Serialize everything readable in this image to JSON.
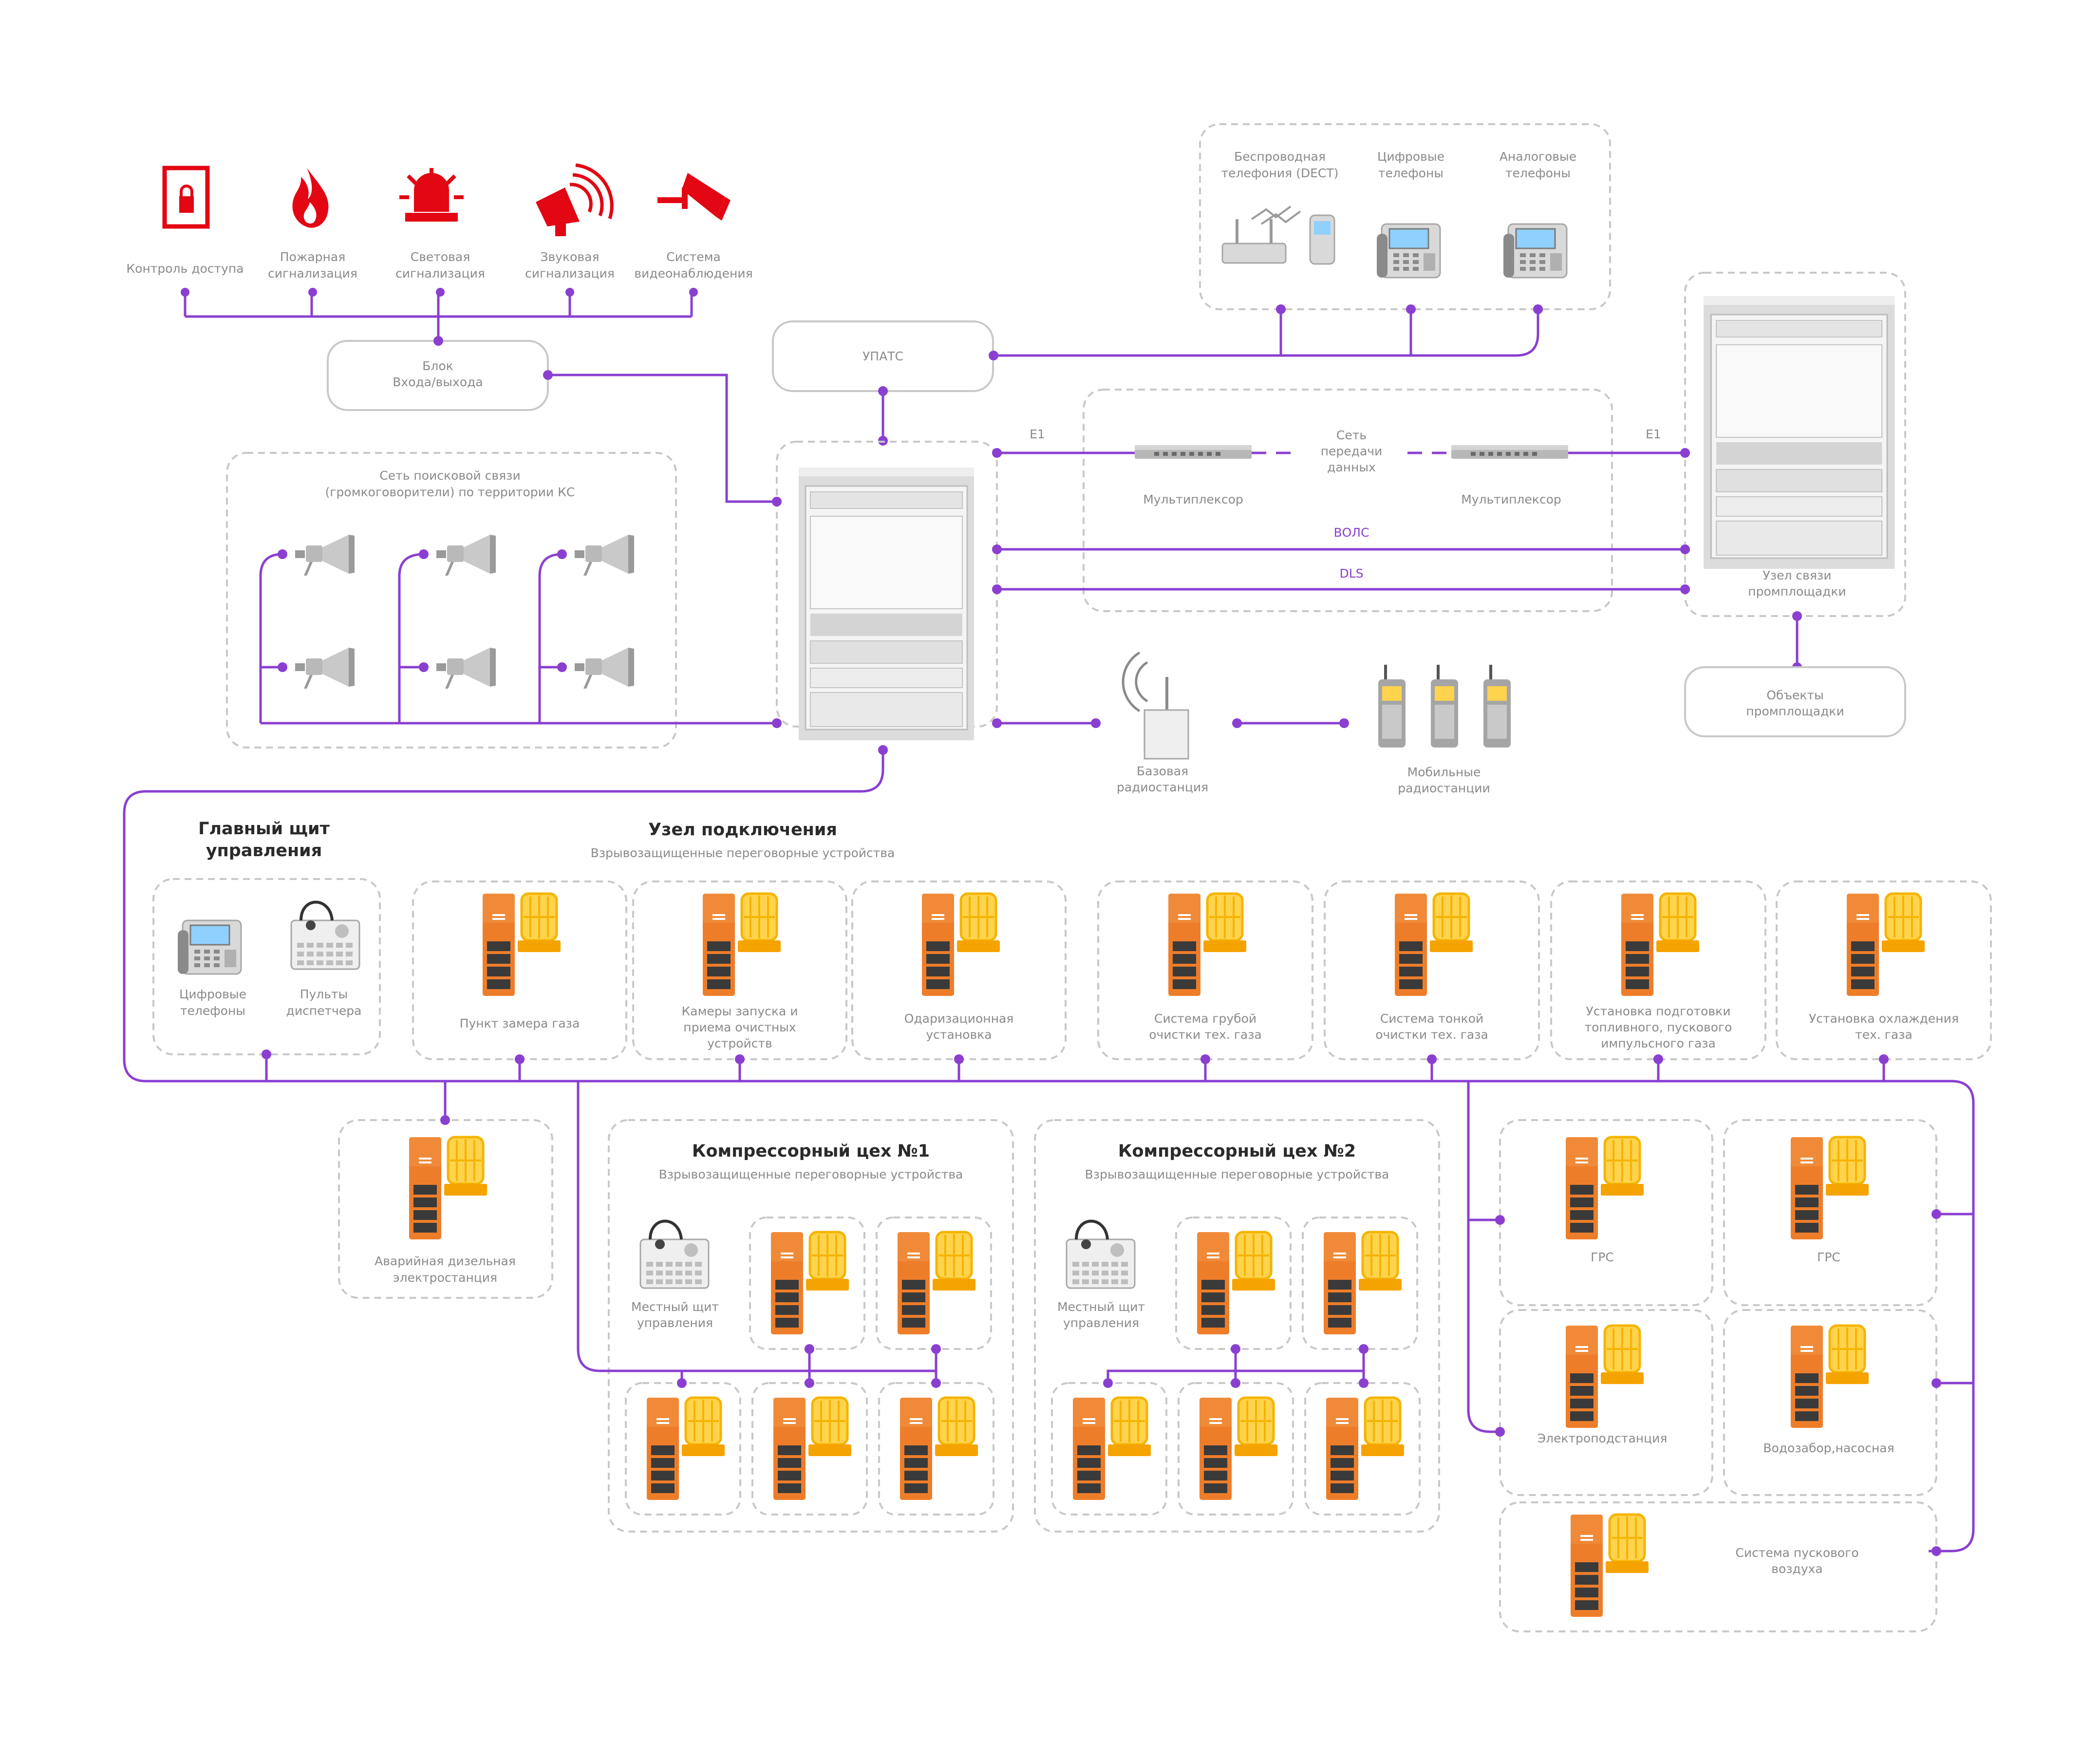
{
  "colors": {
    "line": "#8a3fd1",
    "security": "#e30613",
    "orange": "#ee7d2a",
    "amber": "#f5b400",
    "grey": "#8a8a8a"
  },
  "security": {
    "items": [
      {
        "icon": "door-lock-icon",
        "lines": [
          "Контроль доступа"
        ]
      },
      {
        "icon": "fire-icon",
        "lines": [
          "Пожарная",
          "сигнализация"
        ]
      },
      {
        "icon": "beacon-icon",
        "lines": [
          "Световая",
          "сигнализация"
        ]
      },
      {
        "icon": "loudspeaker-icon",
        "lines": [
          "Звуковая",
          "сигнализация"
        ]
      },
      {
        "icon": "cctv-camera-icon",
        "lines": [
          "Система",
          "видеонаблюдения"
        ]
      }
    ],
    "io_block": [
      "Блок",
      "Входа/выхода"
    ]
  },
  "upats": "УПАТС",
  "phones": {
    "dect": [
      "Беспроводная",
      "телефония (DECT)"
    ],
    "digital": [
      "Цифровые",
      "телефоны"
    ],
    "analog": [
      "Аналоговые",
      "телефоны"
    ]
  },
  "paging": {
    "title": [
      "Сеть поисковой связи",
      "(громкоговорители) по территории КС"
    ]
  },
  "transport": {
    "e1_left": "Е1",
    "e1_right": "Е1",
    "network": [
      "Сеть",
      "передачи",
      "данных"
    ],
    "mux_left": "Мультиплексор",
    "mux_right": "Мультиплексор",
    "vols": "ВОЛС",
    "dls": "DLS"
  },
  "site_node": [
    "Узел связи",
    "промплощадки"
  ],
  "site_objects": [
    "Объекты",
    "промплощадки"
  ],
  "radio": {
    "base": [
      "Базовая",
      "радиостанция"
    ],
    "mobile": [
      "Мобильные",
      "радиостанции"
    ]
  },
  "main_panel": {
    "title": [
      "Главный щит",
      "управления"
    ],
    "phones": [
      "Цифровые",
      "телефоны"
    ],
    "consoles": [
      "Пульты",
      "диспетчера"
    ]
  },
  "connection_node": {
    "title": "Узел подключения",
    "subtitle": "Взрывозащищенные переговорные устройства"
  },
  "devices_top": [
    [
      "Пункт замера газа"
    ],
    [
      "Камеры запуска и",
      "приема очистных",
      "устройств"
    ],
    [
      "Одаризационная",
      "установка"
    ],
    [
      "Система грубой",
      "очистки тех. газа"
    ],
    [
      "Система тонкой",
      "очистки тех. газа"
    ],
    [
      "Установка подготовки",
      "топливного, пускового",
      "импульсного газа"
    ],
    [
      "Установка охлаждения",
      "тех. газа"
    ]
  ],
  "diesel": [
    "Аварийная дизельная",
    "электростанция"
  ],
  "compressor1": {
    "title": "Компрессорный цех №1",
    "subtitle": "Взрывозащищенные переговорные устройства",
    "local": [
      "Местный щит",
      "управления"
    ]
  },
  "compressor2": {
    "title": "Компрессорный цех №2",
    "subtitle": "Взрывозащищенные переговорные устройства",
    "local": [
      "Местный щит",
      "управления"
    ]
  },
  "right_group": {
    "grs1": [
      "ГРС"
    ],
    "grs2": [
      "ГРС"
    ],
    "substation": [
      "Электроподстанция"
    ],
    "water": [
      "Водозабор,насосная"
    ],
    "air": [
      "Система пускового",
      "воздуха"
    ]
  }
}
